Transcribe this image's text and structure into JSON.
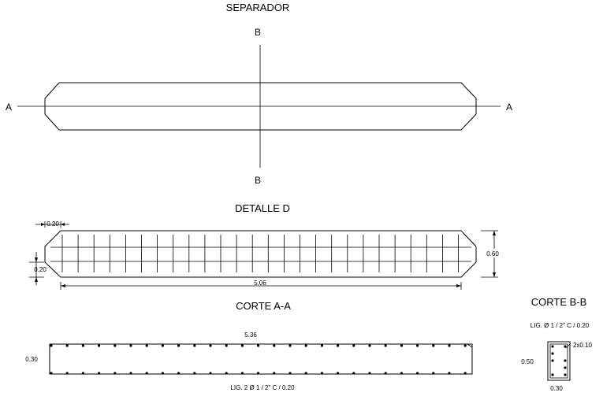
{
  "separador": {
    "title": "SEPARADOR",
    "section_a_left": "A",
    "section_a_right": "A",
    "section_b_top": "B",
    "section_b_bottom": "B"
  },
  "detalle_d": {
    "title": "DETALLE D",
    "dim_top_offset": "0.20",
    "dim_left_offset": "0.20",
    "dim_height": "0.60",
    "dim_length": "5.06"
  },
  "corte_aa": {
    "title": "CORTE A-A",
    "dim_length": "5.36",
    "dim_height": "0.30",
    "note": "LIG. 2  Ø  1 / 2\"  C / 0.20"
  },
  "corte_bb": {
    "title": "CORTE B-B",
    "note": "LIG. Ø  1 / 2\"  C / 0.20",
    "dim_stirrup": "2x0.10",
    "dim_height": "0.50",
    "dim_width": "0.30"
  }
}
